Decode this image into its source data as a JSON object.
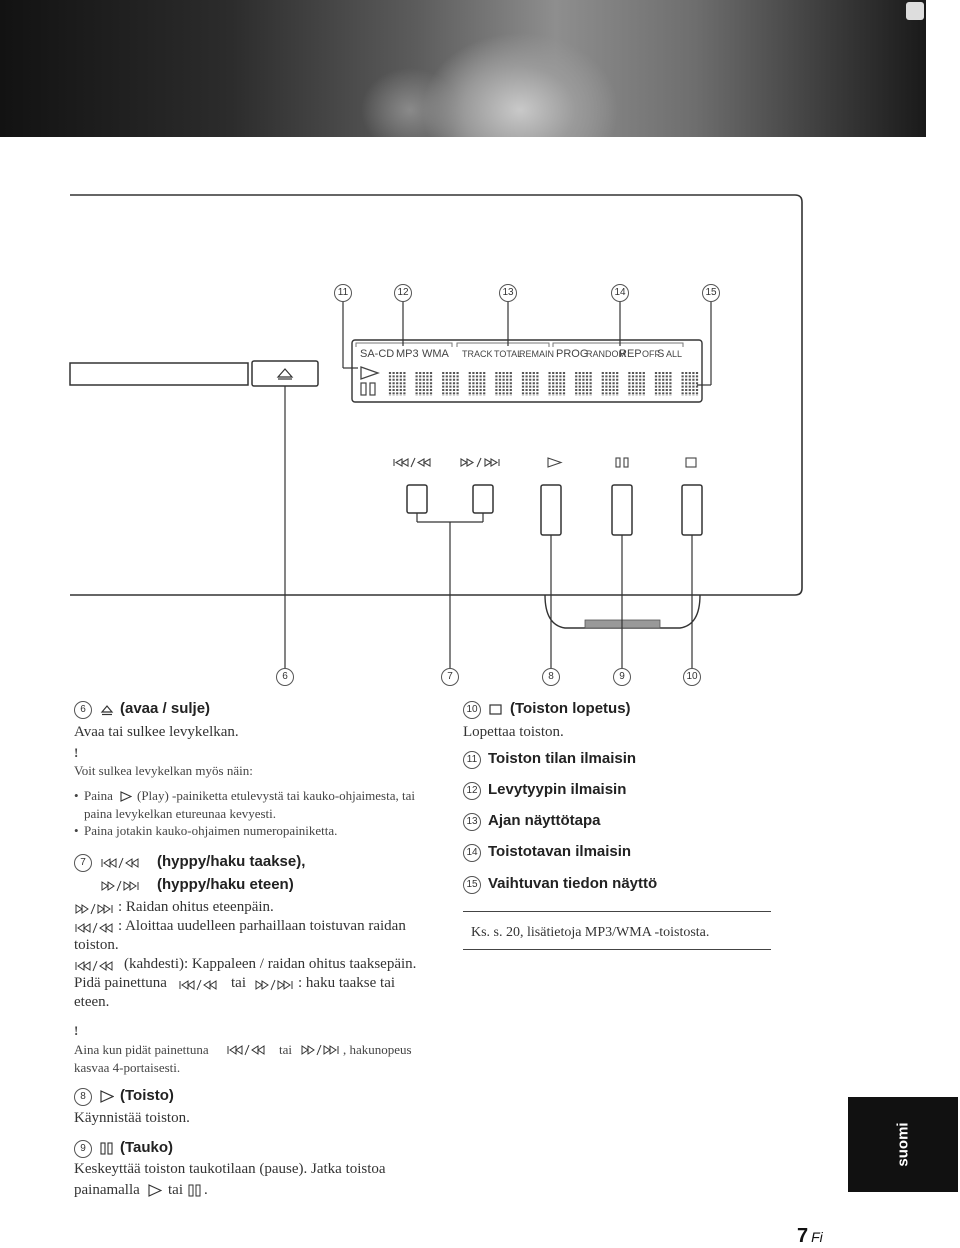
{
  "callouts_top": [
    "11",
    "12",
    "13",
    "14",
    "15"
  ],
  "callouts_bottom": [
    "6",
    "7",
    "8",
    "9",
    "10"
  ],
  "display": {
    "group1": [
      "SA-CD",
      "MP3",
      "WMA"
    ],
    "group2": [
      "TRACK",
      "TOTAL",
      "REMAIN"
    ],
    "group3": [
      "PROG",
      "RANDOM",
      "REP",
      "OFF",
      "S",
      "ALL"
    ]
  },
  "icons": {
    "eject": "eject-icon",
    "skip_back": "skip-back-icon",
    "skip_fwd": "skip-forward-icon",
    "play": "play-icon",
    "pause": "pause-icon",
    "stop": "stop-icon"
  },
  "left": {
    "s6": {
      "num": "6",
      "title": "(avaa / sulje)",
      "body": "Avaa tai sulkee levykelkan."
    },
    "note1": {
      "mark": "!",
      "intro": "Voit sulkea levykelkan myös näin:",
      "b1_pre": "Paina",
      "b1_post": "(Play) -painiketta etulevystä tai kauko-ohjaimesta, tai",
      "b1_cont": "paina levykelkan etureunaa kevyesti.",
      "b2": "Paina jotakin kauko-ohjaimen numeropainiketta."
    },
    "s7": {
      "num": "7",
      "t1": "(hyppy/haku taakse),",
      "t2": "(hyppy/haku eteen)",
      "l1": ": Raidan ohitus eteenpäin.",
      "l2": ": Aloittaa uudelleen parhaillaan toistuvan raidan",
      "l2b": "toiston.",
      "l3": "(kahdesti): Kappaleen / raidan ohitus taaksepäin.",
      "l4a": "Pidä painettuna",
      "l4b": "tai",
      "l4c": ": haku taakse tai",
      "l4d": "eteen."
    },
    "note2": {
      "mark": "!",
      "a": "Aina kun pidät painettuna",
      "b": "tai",
      "c": ", hakunopeus",
      "d": "kasvaa 4-portaisesti."
    },
    "s8": {
      "num": "8",
      "title": "(Toisto)",
      "body": "Käynnistää toiston."
    },
    "s9": {
      "num": "9",
      "title": "(Tauko)",
      "body": "Keskeyttää toiston taukotilaan (pause). Jatka toistoa",
      "b2a": "painamalla",
      "b2b": "tai",
      "b2c": "."
    }
  },
  "right": {
    "s10": {
      "num": "10",
      "title": "(Toiston lopetus)",
      "body": "Lopettaa toiston."
    },
    "s11": {
      "num": "11",
      "title": "Toiston tilan ilmaisin"
    },
    "s12": {
      "num": "12",
      "title": "Levytyypin ilmaisin"
    },
    "s13": {
      "num": "13",
      "title": "Ajan näyttötapa"
    },
    "s14": {
      "num": "14",
      "title": "Toistotavan ilmaisin"
    },
    "s15": {
      "num": "15",
      "title": "Vaihtuvan tiedon näyttö"
    },
    "note": "Ks. s. 20, lisätietoja MP3/WMA -toistosta."
  },
  "side_tab": "suomi",
  "page": {
    "number": "7",
    "lang": "Fi"
  }
}
